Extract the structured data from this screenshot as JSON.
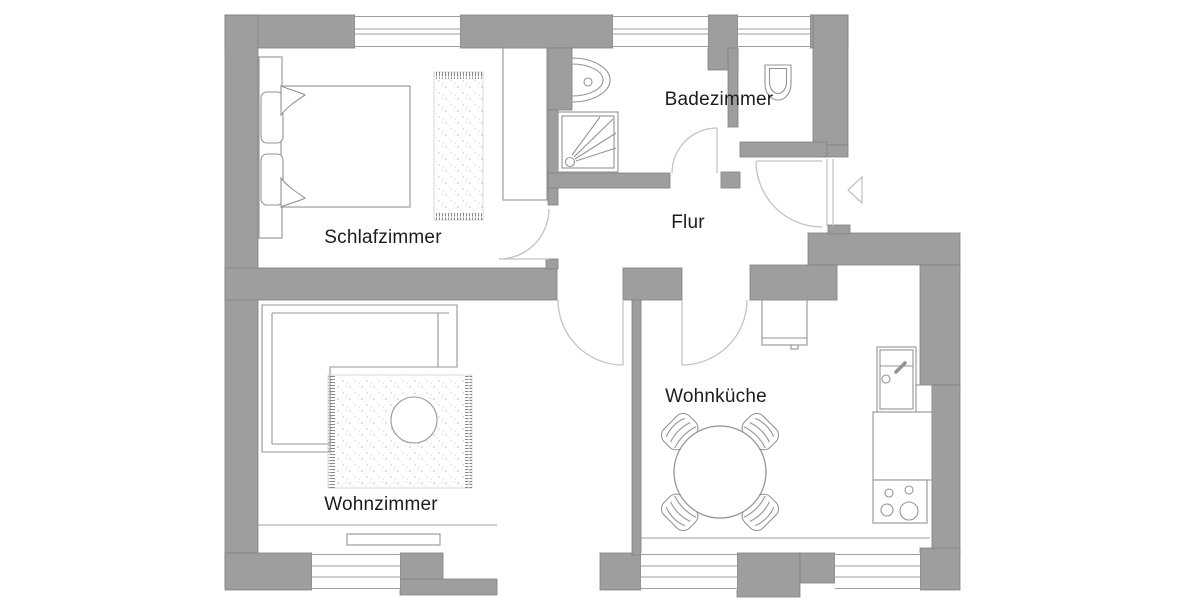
{
  "floor_plan": {
    "rooms": [
      {
        "id": "schlafzimmer",
        "label": "Schlafzimmer"
      },
      {
        "id": "badezimmer",
        "label": "Badezimmer"
      },
      {
        "id": "flur",
        "label": "Flur"
      },
      {
        "id": "wohnzimmer",
        "label": "Wohnzimmer"
      },
      {
        "id": "wohnkueche",
        "label": "Wohnküche"
      }
    ],
    "colors": {
      "background": "#ffffff",
      "wall_fill": "#9e9e9e",
      "wall_stroke": "#818181",
      "fixture_stroke": "#949494",
      "door_stroke": "#c3c3c3",
      "window_stroke": "#9f9f9f",
      "label_color": "#1c1c1c"
    },
    "icons": [
      "double-bed",
      "pillow",
      "wardrobe",
      "bedroom-rug",
      "washbasin",
      "shower",
      "toilet",
      "corner-sofa",
      "coffee-table",
      "living-room-rug",
      "radiator",
      "dining-table",
      "dining-chair",
      "kitchen-cabinet",
      "kitchen-counter",
      "kitchen-sink",
      "stove",
      "entrance-arrow",
      "door-swing",
      "window"
    ]
  }
}
